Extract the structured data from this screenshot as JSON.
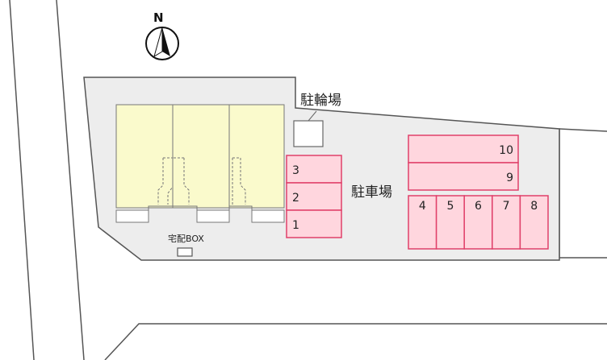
{
  "compass": {
    "north_label": "N",
    "icon": "compass-icon"
  },
  "labels": {
    "bicycle_parking": "駐輪場",
    "car_parking": "駐車場",
    "delivery_box": "宅配BOX"
  },
  "parking_spaces": {
    "left_column": [
      "3",
      "2",
      "1"
    ],
    "right_horizontal": [
      "10",
      "9"
    ],
    "right_vertical": [
      "4",
      "5",
      "6",
      "7",
      "8"
    ]
  },
  "colors": {
    "lot": "#ededed",
    "lot_border": "#555555",
    "building": "#fafacc",
    "parking_fill": "#ffd6de",
    "parking_border": "#e0406a"
  }
}
